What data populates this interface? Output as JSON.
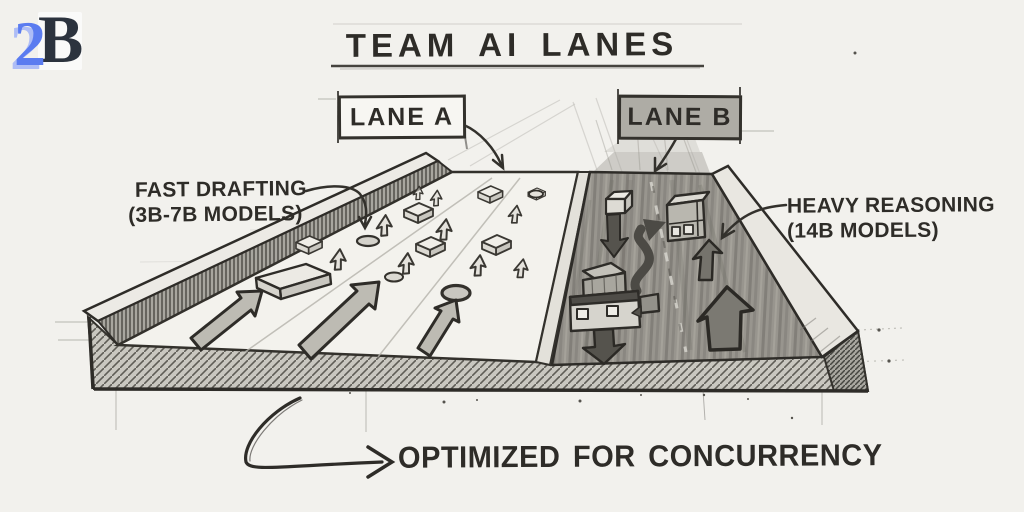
{
  "logo": {
    "blue_char": "2",
    "dark_char": "B"
  },
  "title": {
    "text": "TEAM AI LANES"
  },
  "lane_a": {
    "label": "LANE A",
    "annotation_line1": "FAST DRAFTING",
    "annotation_line2": "(3B-7B MODELS)"
  },
  "lane_b": {
    "label": "LANE B",
    "annotation_line1": "HEAVY REASONING",
    "annotation_line2": "(14B MODELS)"
  },
  "caption": {
    "text": "OPTIMIZED FOR CONCURRENCY"
  },
  "colors": {
    "paper": "#f2f1ed",
    "ink": "#2e2c28",
    "lane_a_surface": "#f3f2ed",
    "lane_b_pavement": "#98958e",
    "lane_b_label_fill": "#aeaca5",
    "median_fill": "#e3e1da",
    "arrow_light_fill": "#bdbbb3",
    "arrow_dark_fill": "#55534d",
    "logo_blue": "#5b7cf0",
    "logo_blue_shadow": "#aebdf6",
    "logo_dark": "#2c333e"
  }
}
